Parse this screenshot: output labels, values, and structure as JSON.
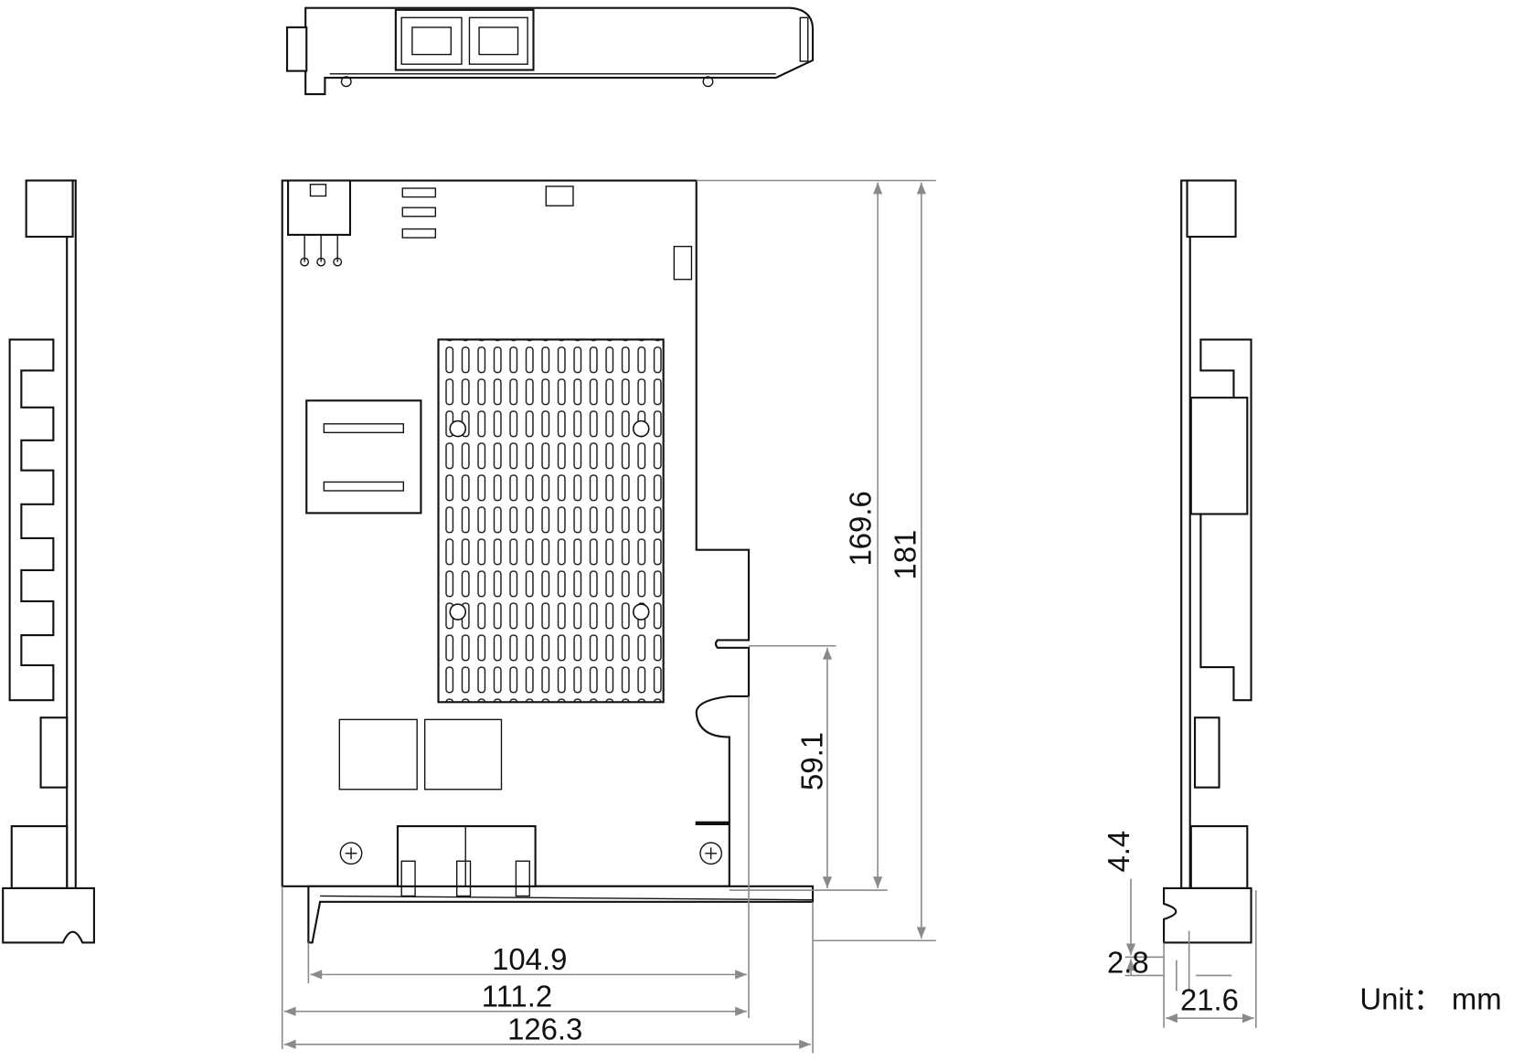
{
  "dimensions": {
    "height_to_edge": "169.6",
    "total_height": "181",
    "edge_connector_height": "59.1",
    "bracket_width": "104.9",
    "board_to_connector": "111.2",
    "total_length": "126.3",
    "side_offset_top": "4.4",
    "side_offset_bottom": "2.8",
    "side_thickness": "21.6"
  },
  "unit_label": "Unit： mm",
  "colors": {
    "outline": "#111111",
    "dimension": "#8a8a8a"
  }
}
